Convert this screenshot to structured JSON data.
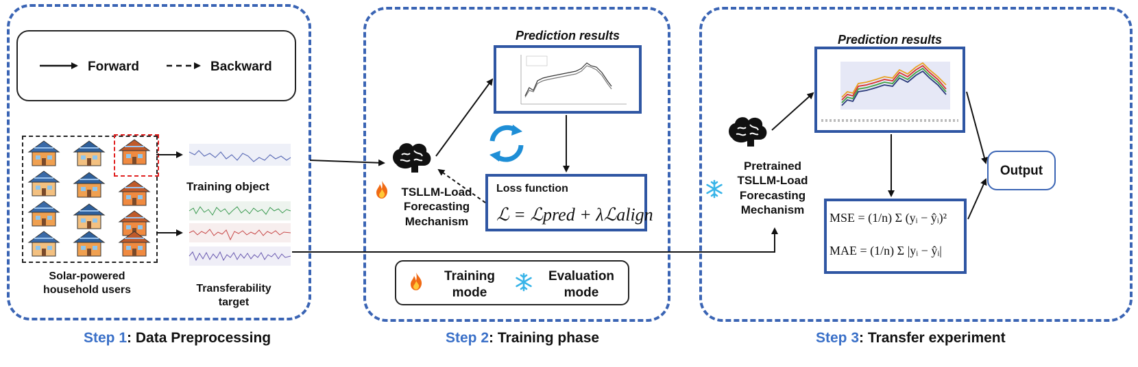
{
  "legend": {
    "forward": "Forward",
    "backward": "Backward"
  },
  "step1": {
    "number": "Step 1",
    "title": ": Data Preprocessing",
    "training_object": "Training object",
    "users_line1": "Solar-powered",
    "users_line2": "household users",
    "transfer_line1": "Transferability",
    "transfer_line2": "target"
  },
  "step2": {
    "number": "Step 2",
    "title": ": Training phase",
    "prediction_title": "Prediction results",
    "loss_title": "Loss function",
    "loss_formula": "ℒ = ℒpred + λℒalign",
    "model_line1": "TSLLM-Load",
    "model_line2": "Forecasting",
    "model_line3": "Mechanism",
    "mode_training_1": "Training",
    "mode_training_2": "mode",
    "mode_eval_1": "Evaluation",
    "mode_eval_2": "mode"
  },
  "step3": {
    "number": "Step 3",
    "title": ": Transfer experiment",
    "prediction_title": "Prediction results",
    "model_line1": "Pretrained",
    "model_line2": "TSLLM-Load",
    "model_line3": "Forecasting",
    "model_line4": "Mechanism",
    "output": "Output",
    "mse": "MSE = (1/n) Σ (yᵢ − ŷᵢ)²",
    "mae": "MAE = (1/n) Σ |yᵢ − ŷᵢ|"
  },
  "icons": [
    "brain-icon",
    "fire-icon",
    "snowflake-icon",
    "house-icon",
    "refresh-cycle-icon"
  ]
}
